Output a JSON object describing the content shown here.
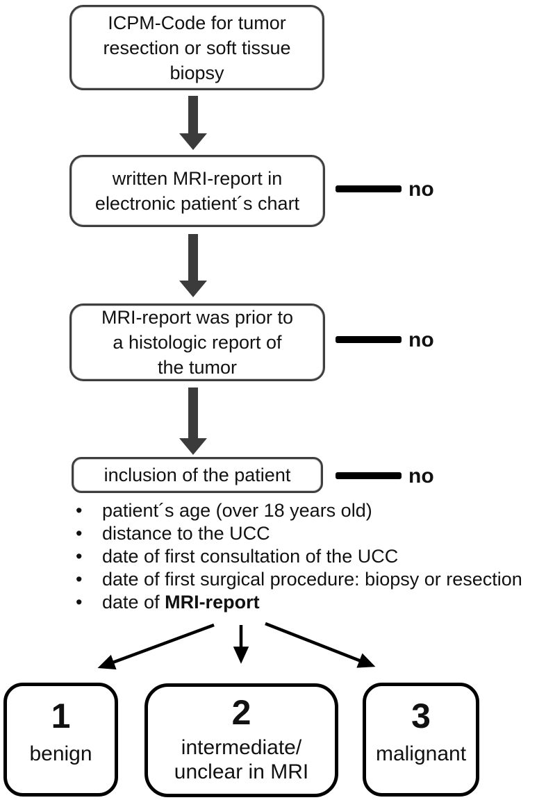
{
  "flow_boxes": [
    {
      "lines": [
        "ICPM-Code for tumor",
        "resection or soft tissue",
        "biopsy"
      ]
    },
    {
      "lines": [
        "written MRI-report in",
        "electronic patient´s chart"
      ],
      "no_label": "no"
    },
    {
      "lines": [
        "MRI-report was prior to",
        "a histologic report of",
        "the tumor"
      ],
      "no_label": "no"
    },
    {
      "lines": [
        "inclusion of the patient"
      ],
      "no_label": "no"
    }
  ],
  "bullet_glyph": "•",
  "criteria": [
    {
      "text": "patient´s age (over 18 years old)"
    },
    {
      "text": "distance to the UCC"
    },
    {
      "text": "date of first consultation of the UCC"
    },
    {
      "text": "date of first surgical procedure: biopsy or resection"
    },
    {
      "text": "date of ",
      "bold_text": "MRI-report"
    }
  ],
  "outcomes": [
    {
      "number": "1",
      "lines": [
        "benign"
      ]
    },
    {
      "number": "2",
      "lines": [
        "intermediate/",
        "unclear in MRI"
      ]
    },
    {
      "number": "3",
      "lines": [
        "malignant"
      ]
    }
  ],
  "colors": {
    "flow_box_border": "#3e3e3e",
    "block_arrow": "#3b3b3b",
    "no_connector": "#000000",
    "outcome_border": "#000000",
    "text": "#111111"
  }
}
